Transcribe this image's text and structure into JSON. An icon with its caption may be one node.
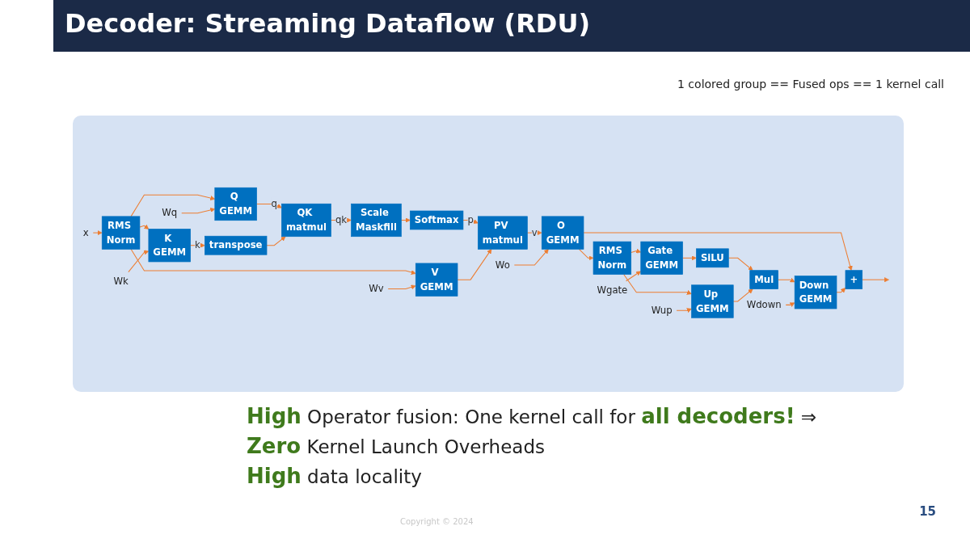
{
  "diagram": {
    "title": "Decoder: Streaming Dataflow (RDU)",
    "nodes": [
      {
        "text": [
          "Q GEMM"
        ]
      },
      {
        "text": [
          "QK matmul"
        ]
      },
      {
        "text": [
          "Scale Maskfill"
        ]
      },
      {
        "text": [
          "Softmax"
        ]
      },
      {
        "text": [
          "PV matmul"
        ]
      },
      {
        "text": [
          "O GEMM"
        ]
      },
      {
        "text": [
          "RMS Norm"
        ]
      },
      {
        "text": [
          "Gate GEMM"
        ]
      },
      {
        "text": [
          "SiLU"
        ]
      },
      {
        "text": [
          "Mul"
        ]
      },
      {
        "text": [
          "Down GEMM"
        ]
      },
      {
        "text": [
          "+"
        ]
      },
      {
        "text": [
          "Wq"
        ]
      },
      {
        "text": [
          "Wo"
        ]
      },
      {
        "text": [
          "Wgate"
        ]
      },
      {
        "text": [
          "Wdown"
        ]
      },
      {
        "text": [
          "RMS Norm"
        ]
      },
      {
        "text": [
          "K GEMM"
        ]
      },
      {
        "text": [
          "transpose"
        ]
      },
      {
        "text": [
          "Up GEMM"
        ]
      },
      {
        "text": [
          "x"
        ]
      },
      {
        "text": [
          "Wk"
        ]
      },
      {
        "text": [
          "Wup"
        ]
      },
      {
        "text": [
          "V GEMM"
        ]
      },
      {
        "text": [
          "Wv"
        ]
      }
    ],
    "edges": [
      {
        "from": 20,
        "to": 16,
        "arrow": "to"
      },
      {
        "from": 16,
        "to": 0,
        "arrow": "to"
      },
      {
        "from": 16,
        "to": 17,
        "arrow": "to"
      },
      {
        "from": 16,
        "to": 23,
        "arrow": "to"
      },
      {
        "from": 12,
        "to": 0,
        "arrow": "to"
      },
      {
        "from": 21,
        "to": 17,
        "arrow": "to"
      },
      {
        "from": 24,
        "to": 23,
        "arrow": "to"
      },
      {
        "from": 0,
        "to": 1,
        "label": "q",
        "arrow": "to"
      },
      {
        "from": 17,
        "to": 18,
        "label": "k",
        "arrow": "to"
      },
      {
        "from": 18,
        "to": 1,
        "arrow": "to"
      },
      {
        "from": 1,
        "to": 2,
        "label": "qk",
        "arrow": "to"
      },
      {
        "from": 2,
        "to": 3,
        "arrow": "to"
      },
      {
        "from": 3,
        "to": 4,
        "label": "p",
        "arrow": "to"
      },
      {
        "from": 23,
        "to": 4,
        "arrow": "to"
      },
      {
        "from": 4,
        "to": 5,
        "label": "v",
        "arrow": "to"
      },
      {
        "from": 13,
        "to": 5,
        "arrow": "to"
      },
      {
        "from": 5,
        "to": 6,
        "arrow": "to"
      },
      {
        "from": 5,
        "to": 11,
        "arrow": "to"
      },
      {
        "from": 6,
        "to": 7,
        "arrow": "to"
      },
      {
        "from": 6,
        "to": 19,
        "arrow": "to"
      },
      {
        "from": 14,
        "to": 7,
        "arrow": "to"
      },
      {
        "from": 22,
        "to": 19,
        "arrow": "to"
      },
      {
        "from": 7,
        "to": 8,
        "arrow": "to"
      },
      {
        "from": 8,
        "to": 9,
        "arrow": "to"
      },
      {
        "from": 19,
        "to": 9,
        "arrow": "to"
      },
      {
        "from": 9,
        "to": 10,
        "arrow": "to"
      },
      {
        "from": 15,
        "to": 10,
        "arrow": "to"
      },
      {
        "from": 10,
        "to": 11,
        "arrow": "to"
      },
      {
        "from": 11,
        "to": null,
        "arrow": "to"
      }
    ],
    "labels": [
      "1 colored group == Fused ops == 1 kernel call",
      "**High** Operator fusion: One kernel call for **all decoders!** ⇒",
      "**Zero** Kernel Launch Overheads",
      "**High** data locality",
      "15",
      "Copyright © 2024"
    ]
  }
}
